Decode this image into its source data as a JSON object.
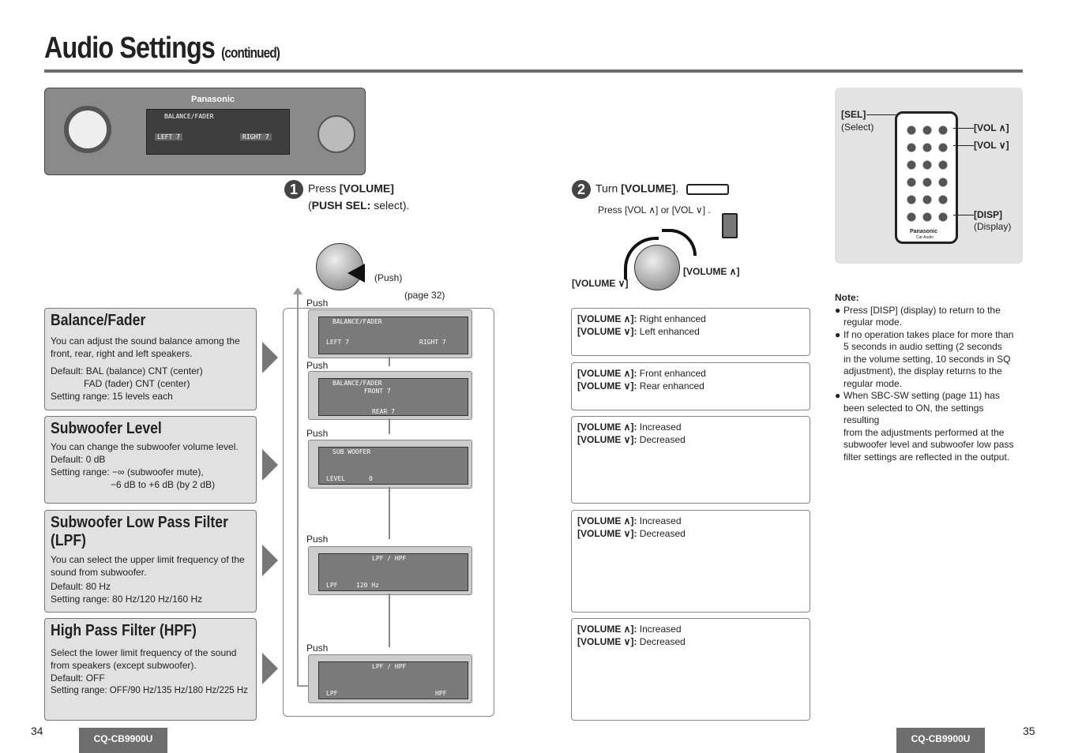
{
  "header": {
    "title": "Audio Settings",
    "subtitle": "(continued)"
  },
  "head_unit": {
    "brand": "Panasonic",
    "display_title": "BALANCE/FADER",
    "display_left": "LEFT 7",
    "display_right": "RIGHT 7"
  },
  "step1": {
    "number": "1",
    "prefix": "Press ",
    "key": "[VOLUME]",
    "line2_open": "(",
    "line2_key": "PUSH SEL:",
    "line2_rest": " select)."
  },
  "step2": {
    "number": "2",
    "prefix": "Turn ",
    "key": "[VOLUME]",
    "suffix": ".",
    "remote_line": "Press [VOL ∧] or [VOL ∨] ."
  },
  "knob_labels": {
    "push": "(Push)",
    "vol_down": "[VOLUME ∨]",
    "vol_up": "[VOLUME ∧]",
    "page_ref": "(page 32)"
  },
  "flow": {
    "push": "Push"
  },
  "screens": [
    {
      "title": "BALANCE/FADER",
      "left": "LEFT 7",
      "right": "RIGHT 7"
    },
    {
      "title": "BALANCE/FADER",
      "left": "FRONT 7",
      "right": "REAR 7"
    },
    {
      "title": "SUB WOOFER",
      "left": "LEVEL",
      "right": "0"
    },
    {
      "title": "LPF / HPF",
      "left": "LPF",
      "right": "120 Hz"
    },
    {
      "title": "LPF / HPF",
      "left": "LPF",
      "right": "HPF"
    }
  ],
  "sections": [
    {
      "title": "Balance/Fader",
      "lines": [
        "You can adjust the sound balance among the",
        "front, rear, right and left speakers.",
        "Default: BAL (balance) CNT (center)",
        "FAD (fader) CNT (center)",
        "Setting range: 15 levels each"
      ]
    },
    {
      "title": "Subwoofer Level",
      "lines": [
        "You can change the subwoofer volume level.",
        "Default: 0 dB",
        "Setting range: −∞ (subwoofer mute),",
        "−6 dB to +6 dB (by 2 dB)"
      ]
    },
    {
      "title": "Subwoofer Low Pass Filter",
      "title2": "(LPF)",
      "lines": [
        "You can select the upper limit frequency of the",
        "sound from subwoofer.",
        "Default: 80 Hz",
        "Setting range: 80 Hz/120 Hz/160 Hz"
      ]
    },
    {
      "title": "High Pass Filter (HPF)",
      "lines": [
        "Select the lower limit frequency of the sound",
        "from speakers (except subwoofer).",
        "Default: OFF",
        "Setting range: OFF/90 Hz/135 Hz/180 Hz/225 Hz"
      ]
    }
  ],
  "volume_boxes": [
    {
      "up_key": "[VOLUME ∧]:",
      "up": " Right enhanced",
      "down_key": "[VOLUME ∨]:",
      "down": " Left enhanced"
    },
    {
      "up_key": "[VOLUME ∧]:",
      "up": " Front enhanced",
      "down_key": "[VOLUME ∨]:",
      "down": " Rear enhanced"
    },
    {
      "up_key": "[VOLUME ∧]:",
      "up": " Increased",
      "down_key": "[VOLUME ∨]:",
      "down": " Decreased"
    },
    {
      "up_key": "[VOLUME ∧]:",
      "up": " Increased",
      "down_key": "[VOLUME ∨]:",
      "down": " Decreased"
    },
    {
      "up_key": "[VOLUME ∧]:",
      "up": " Increased",
      "down_key": "[VOLUME ∨]:",
      "down": " Decreased"
    }
  ],
  "remote": {
    "sel": "[SEL]",
    "sel_desc": "(Select)",
    "vol_up": "[VOL ∧]",
    "vol_down": "[VOL ∨]",
    "disp": "[DISP]",
    "disp_desc": "(Display)",
    "brand": "Panasonic",
    "sub": "Car Audio"
  },
  "note": {
    "heading": "Note:",
    "items": [
      [
        "Press [DISP] (display) to return to the",
        "regular mode."
      ],
      [
        "If no operation takes place for more than",
        "5 seconds in audio setting (2 seconds",
        "in the volume setting, 10 seconds in SQ",
        "adjustment), the display returns to the",
        "regular mode."
      ],
      [
        "When SBC-SW setting (page 11) has",
        "been selected to ON, the settings resulting",
        "from the adjustments performed at the",
        "subwoofer level and subwoofer low pass",
        "filter settings are reflected in the output."
      ]
    ]
  },
  "footer": {
    "page_left": "34",
    "page_right": "35",
    "model": "CQ-CB9900U"
  }
}
